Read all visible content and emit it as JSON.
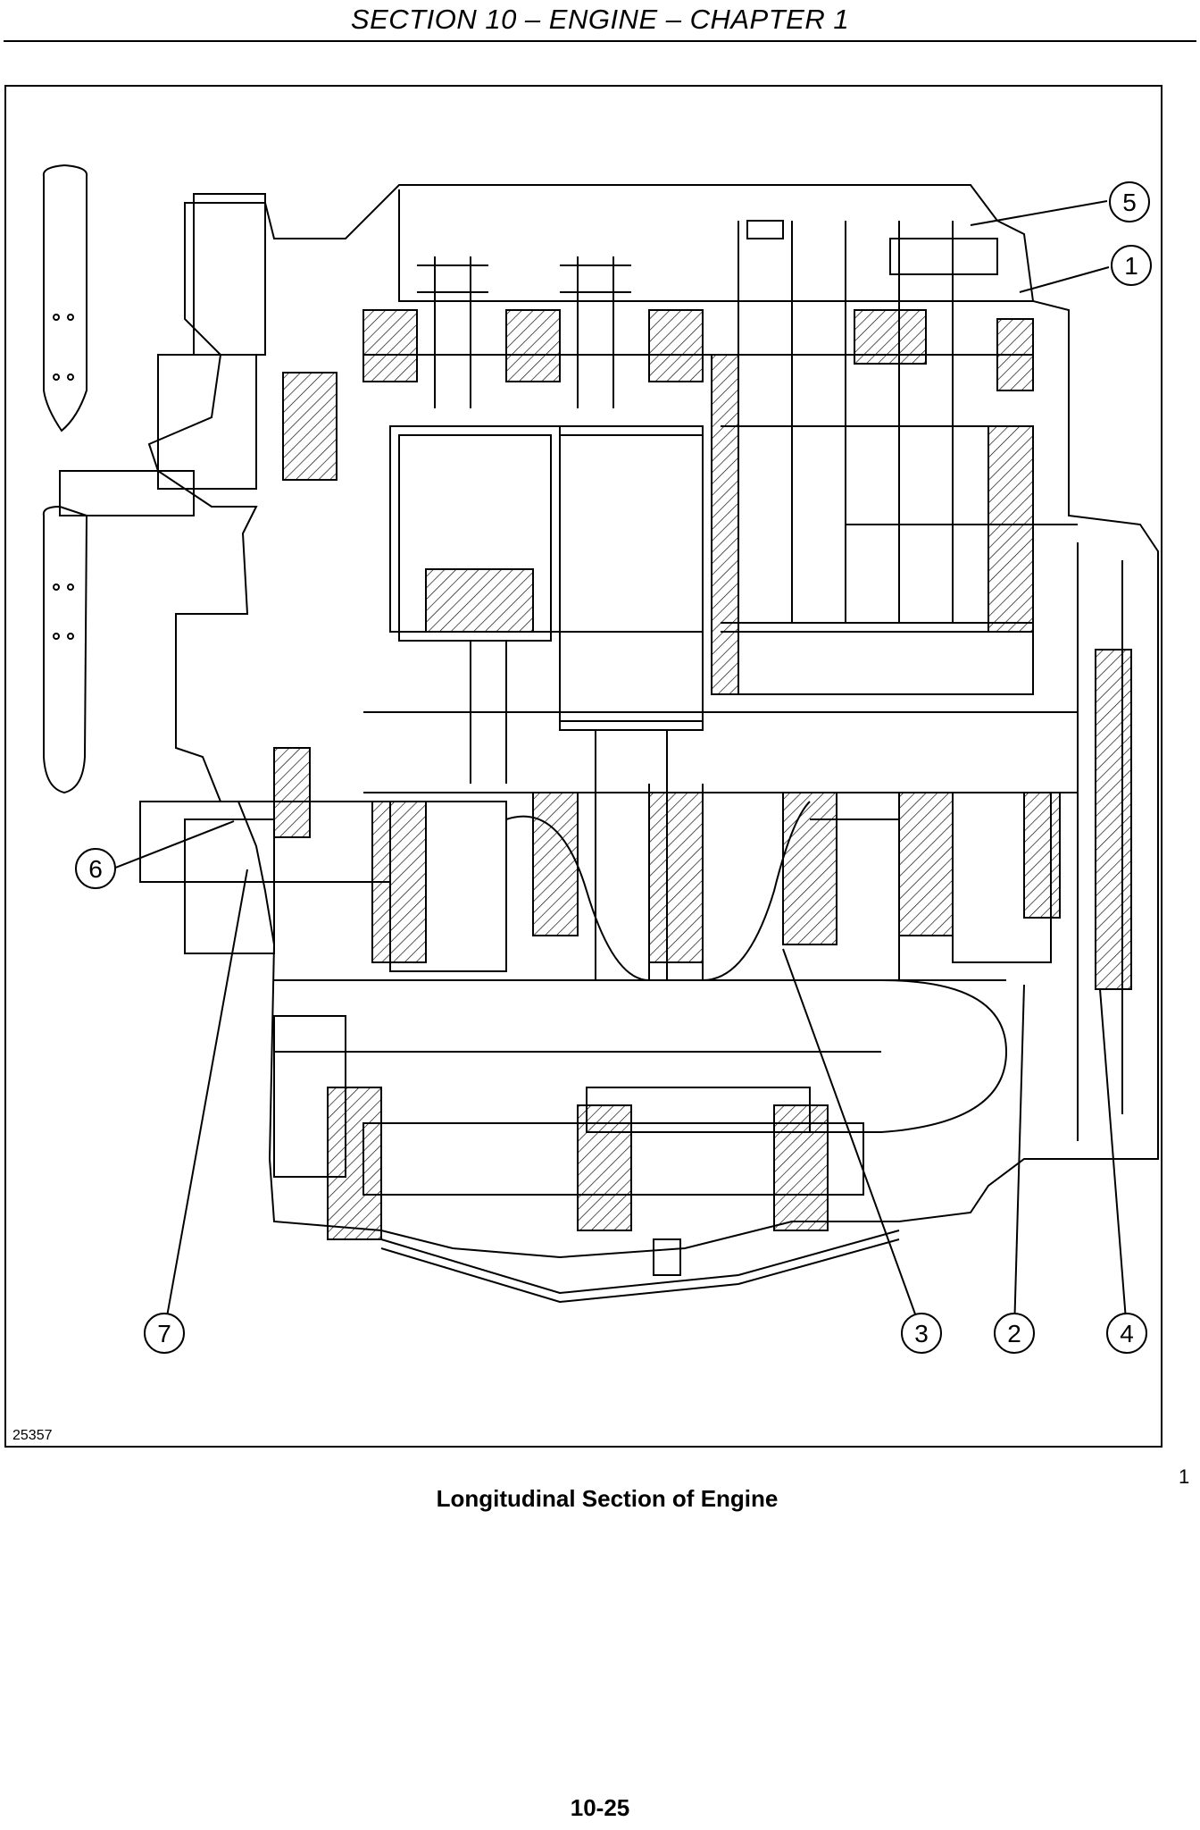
{
  "header": {
    "title": "SECTION 10 – ENGINE – CHAPTER 1"
  },
  "figure": {
    "figure_number": "25357",
    "plate_number": "1",
    "caption": "Longitudinal Section of Engine",
    "callouts": [
      {
        "label": "5"
      },
      {
        "label": "1"
      },
      {
        "label": "6"
      },
      {
        "label": "7"
      },
      {
        "label": "3"
      },
      {
        "label": "2"
      },
      {
        "label": "4"
      }
    ]
  },
  "footer": {
    "page_number": "10-25"
  }
}
